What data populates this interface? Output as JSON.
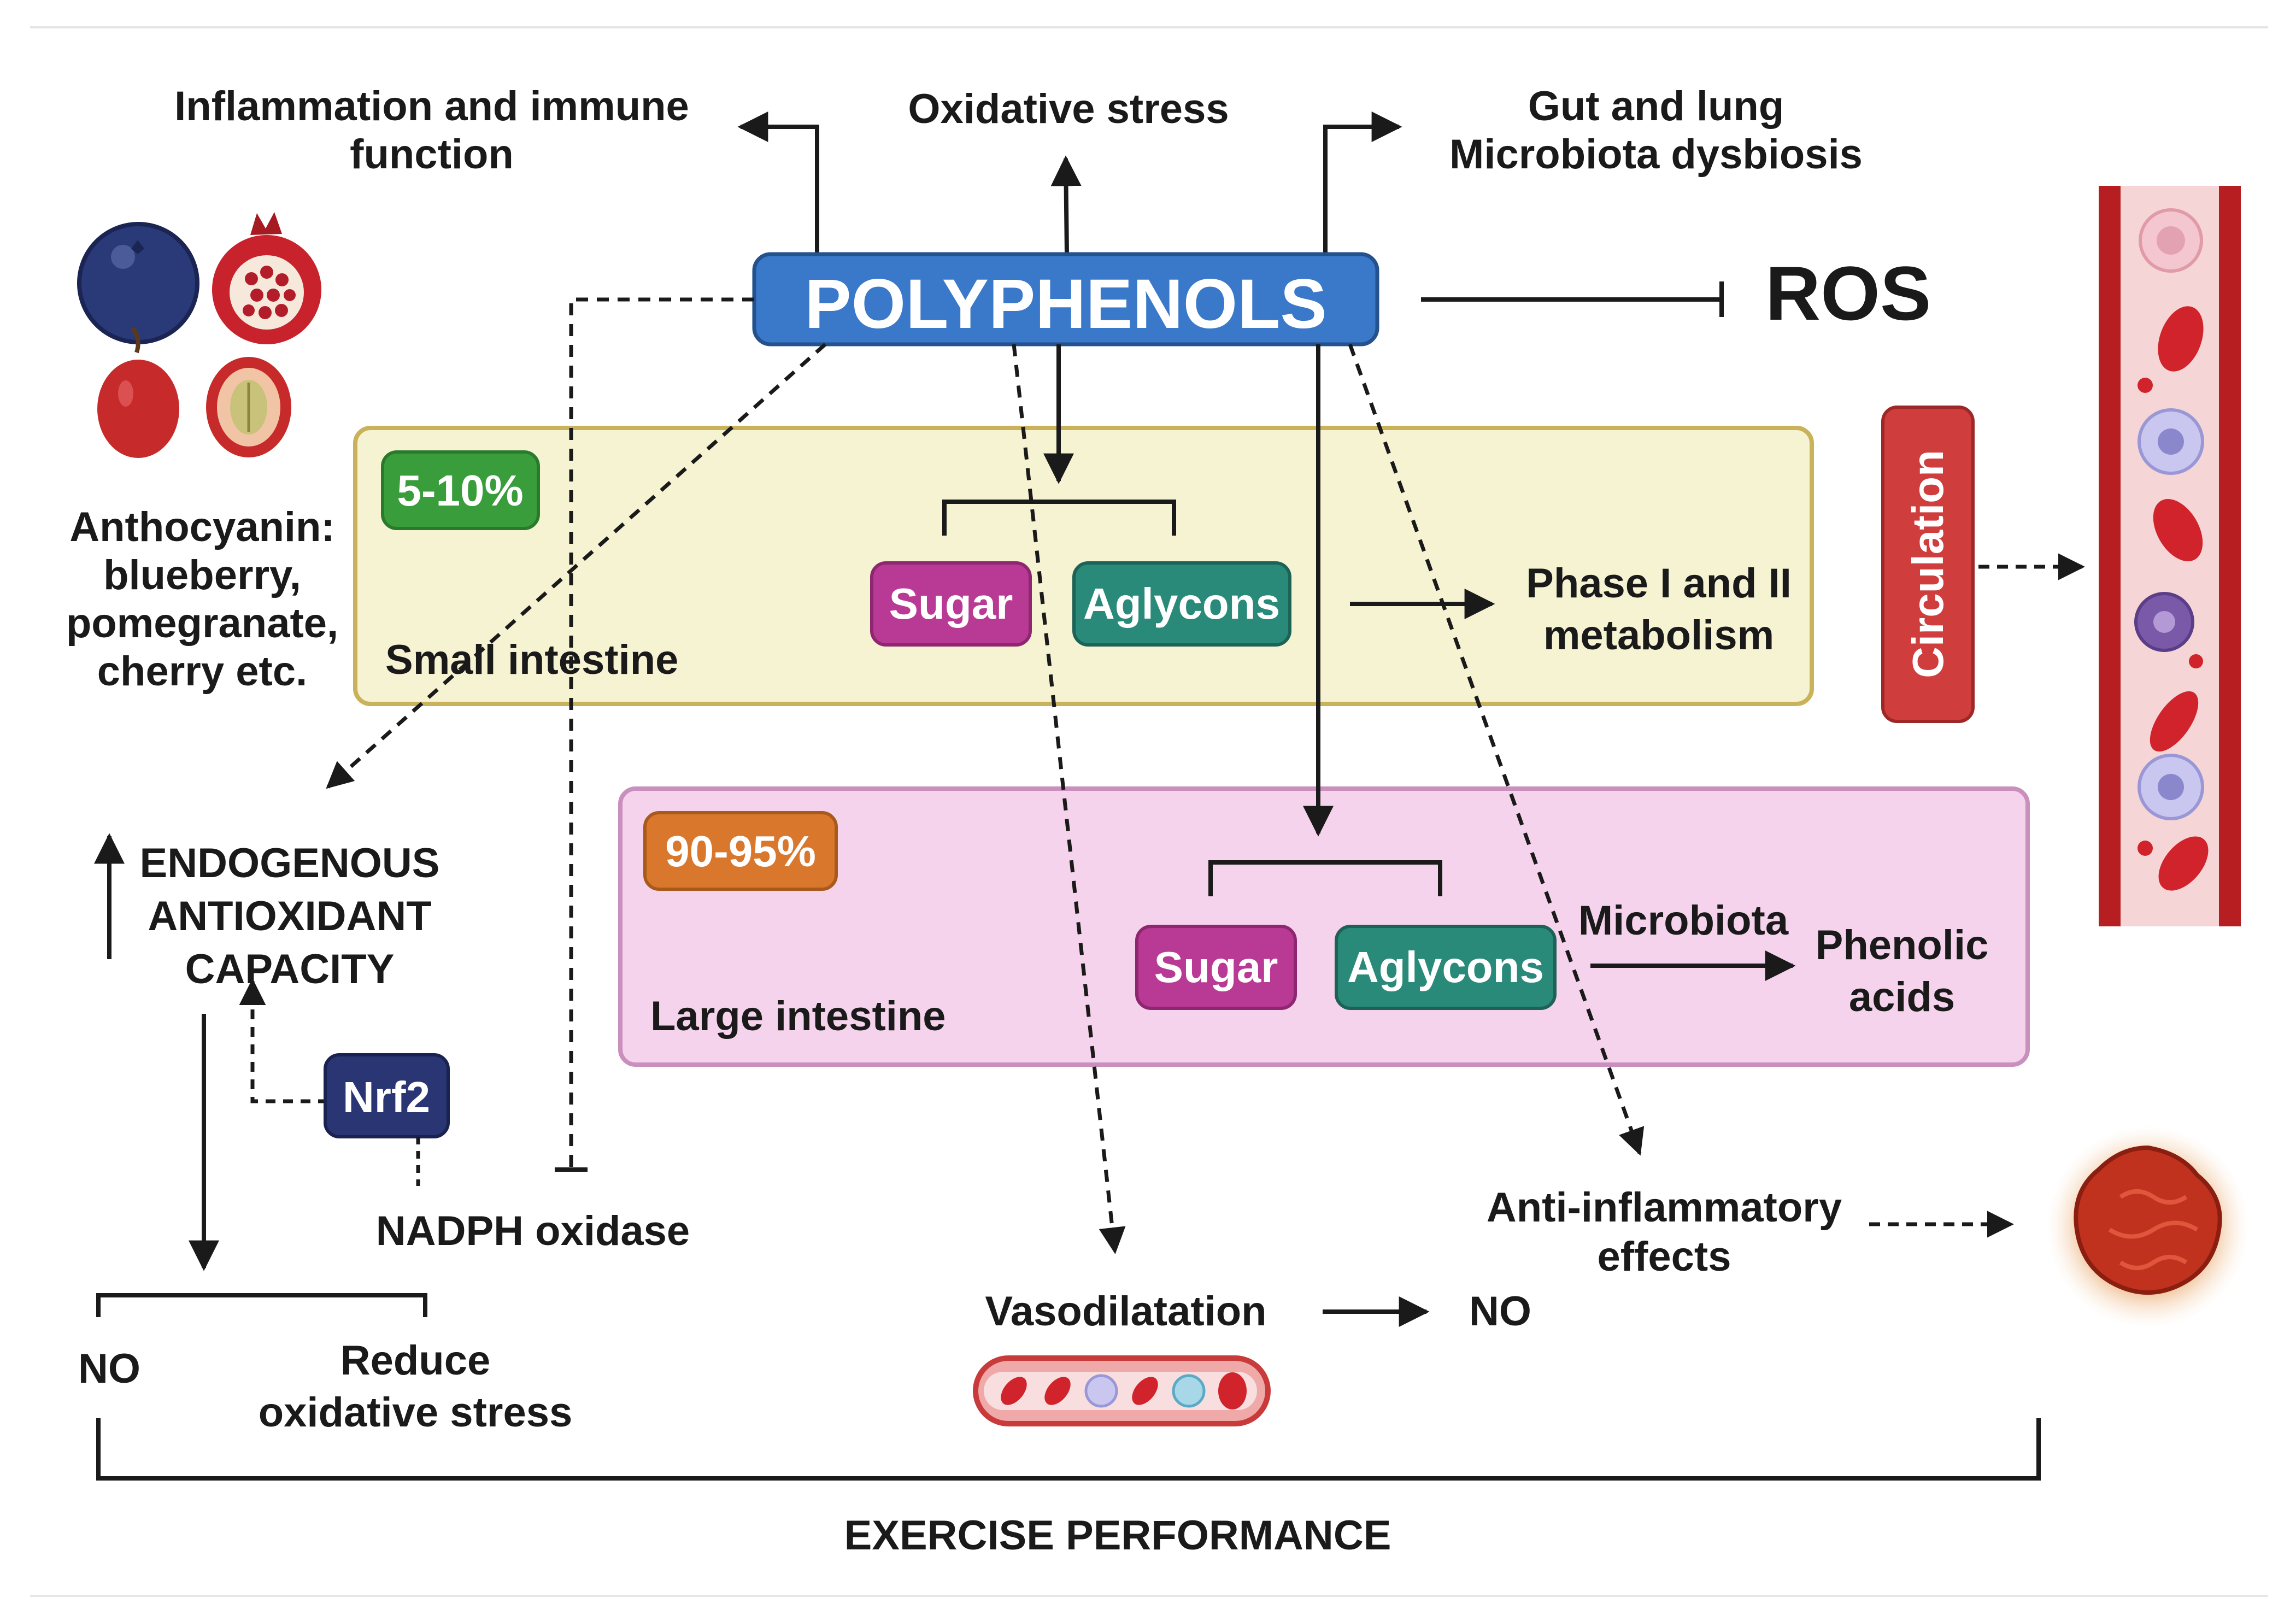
{
  "top_outcomes": {
    "inflammation": [
      "Inflammation and immune",
      "function"
    ],
    "oxidative_stress": "Oxidative stress",
    "gut_lung": [
      "Gut and lung",
      "Microbiota dysbiosis"
    ]
  },
  "polyphenols_label": "POLYPHENOLS",
  "ros_label": "ROS",
  "anthocyanin_caption": [
    "Anthocyanin:",
    "blueberry,",
    "pomegranate,",
    "cherry etc."
  ],
  "small_intestine": {
    "badge": "5-10%",
    "label": "Small intestine",
    "sugar": "Sugar",
    "aglycons": "Aglycons",
    "metabolism": [
      "Phase I and II",
      "metabolism"
    ]
  },
  "large_intestine": {
    "badge": "90-95%",
    "label": "Large intestine",
    "sugar": "Sugar",
    "aglycons": "Aglycons",
    "microbiota": "Microbiota",
    "phenolic_acids": [
      "Phenolic",
      "acids"
    ]
  },
  "circulation_label": "Circulation",
  "endogenous": [
    "ENDOGENOUS",
    "ANTIOXIDANT",
    "CAPACITY"
  ],
  "nrf2_label": "Nrf2",
  "nadph_label": "NADPH oxidase",
  "left_no": "NO",
  "reduce_oxidative": [
    "Reduce",
    "oxidative stress"
  ],
  "vasodilatation": "Vasodilatation",
  "vaso_no": "NO",
  "anti_inflammatory": [
    "Anti-inflammatory",
    "effects"
  ],
  "exercise_performance": "EXERCISE PERFORMANCE",
  "colors": {
    "polyphenols": "#3a78c9",
    "small_intestine_fill": "#f6f3d3",
    "small_intestine_border": "#c9b25a",
    "large_intestine_fill": "#f6d3ec",
    "large_intestine_border": "#c98fbd",
    "badge_small": "#3a9d3c",
    "badge_large": "#d9782c",
    "sugar": "#b83a94",
    "aglycons": "#2a8a7a",
    "circulation": "#cf3d3d",
    "nrf2": "#2a3573"
  }
}
